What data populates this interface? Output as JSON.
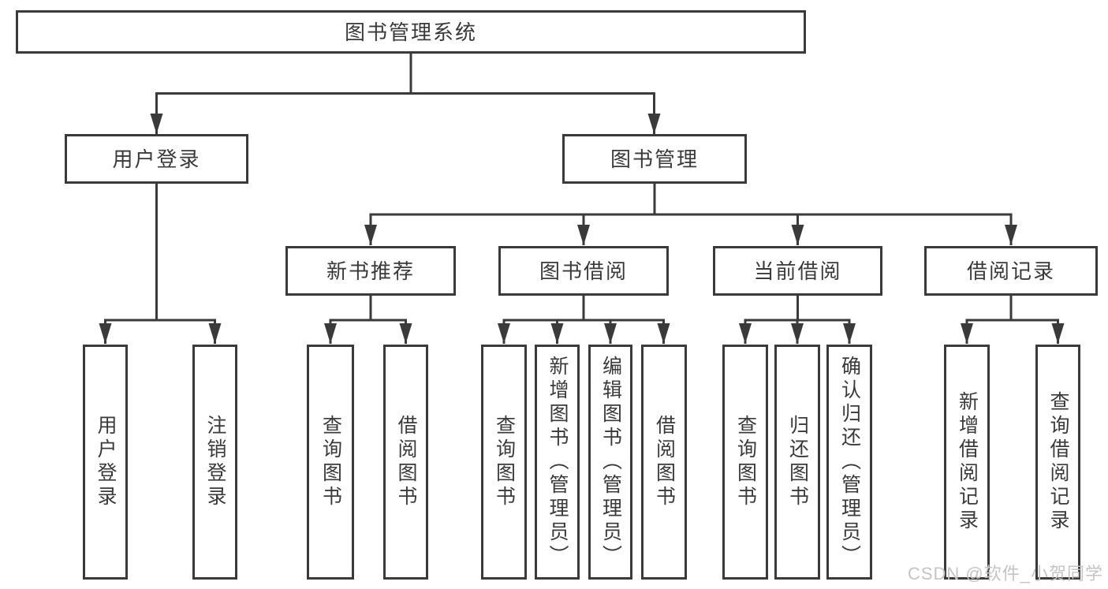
{
  "diagram": {
    "root": {
      "label": "图书管理系统"
    },
    "level2": {
      "userLogin": {
        "label": "用户登录"
      },
      "bookMgmt": {
        "label": "图书管理"
      }
    },
    "level3": {
      "newBookRec": {
        "label": "新书推荐"
      },
      "bookBorrow": {
        "label": "图书借阅"
      },
      "currentBorrow": {
        "label": "当前借阅"
      },
      "borrowRecords": {
        "label": "借阅记录"
      }
    },
    "leaves": {
      "userLoginLeaf": {
        "label": "用户登录"
      },
      "logout": {
        "label": "注销登录"
      },
      "queryBooksRec": {
        "label": "查询图书"
      },
      "borrowBooksRec": {
        "label": "借阅图书"
      },
      "queryBooksBorrow": {
        "label": "查询图书"
      },
      "addBookAdmin": {
        "label": "新增图书（管理员）"
      },
      "editBookAdmin": {
        "label": "编辑图书（管理员）"
      },
      "borrowBooksBorrow": {
        "label": "借阅图书"
      },
      "queryBooksCurrent": {
        "label": "查询图书"
      },
      "returnBook": {
        "label": "归还图书"
      },
      "confirmReturnAdmin": {
        "label": "确认归还（管理员）"
      },
      "addBorrowRecord": {
        "label": "新增借阅记录"
      },
      "queryBorrowRecord": {
        "label": "查询借阅记录"
      }
    }
  },
  "watermark": {
    "text": "CSDN @软件_小贺同学"
  },
  "colors": {
    "line": "#3a3a3a",
    "text": "#3a3a3a",
    "watermark": "#c4c4c4",
    "background": "#ffffff"
  }
}
